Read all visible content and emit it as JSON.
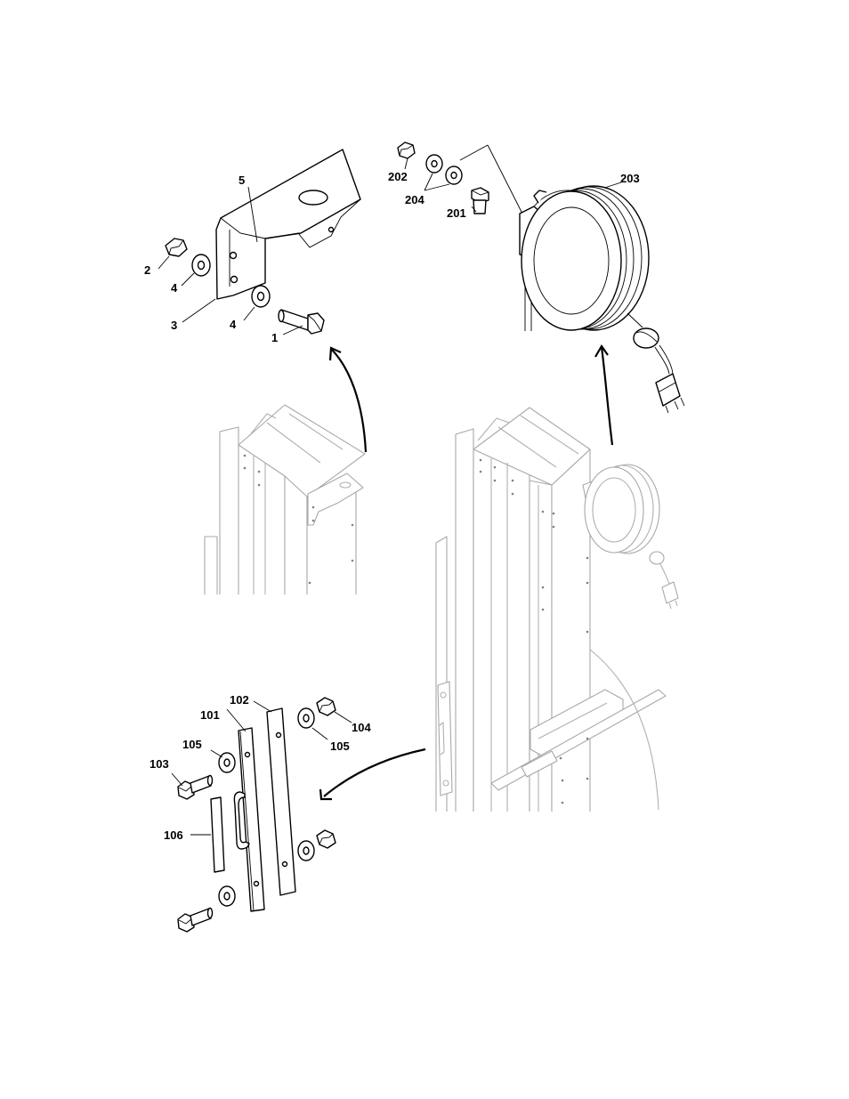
{
  "callouts": {
    "c1": "1",
    "c2": "2",
    "c3": "3",
    "c4a": "4",
    "c4b": "4",
    "c5": "5",
    "c101": "101",
    "c102": "102",
    "c103": "103",
    "c104": "104",
    "c105a": "105",
    "c105b": "105",
    "c106": "106",
    "c201": "201",
    "c202": "202",
    "c203": "203",
    "c204": "204"
  }
}
